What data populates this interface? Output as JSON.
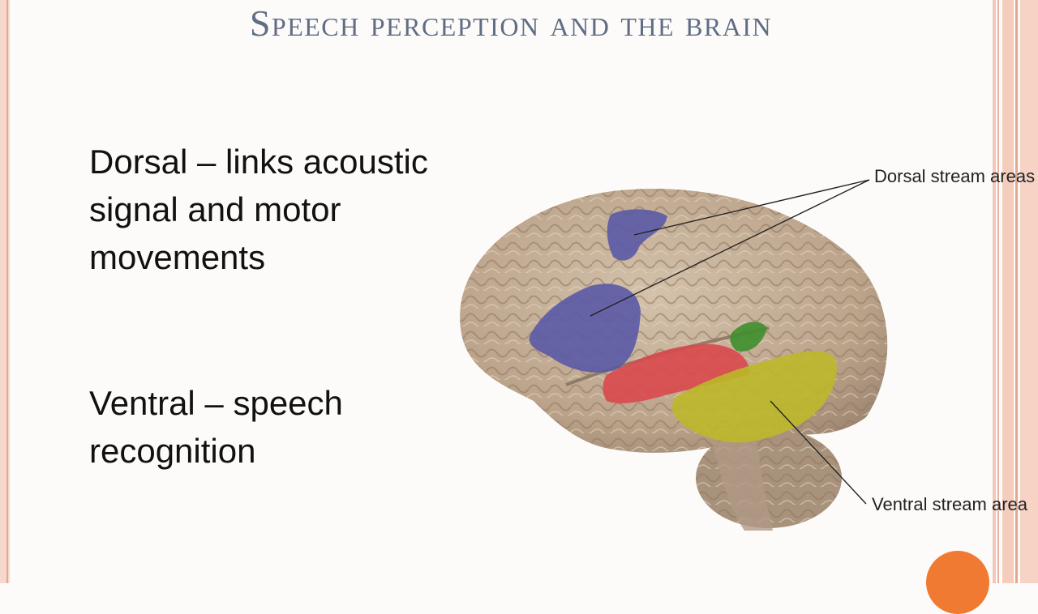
{
  "slide": {
    "title": "Speech perception and the brain",
    "bullets": [
      {
        "text": "Dorsal – links acoustic signal and motor movements"
      },
      {
        "text": "Ventral – speech recognition"
      }
    ]
  },
  "diagram": {
    "labels": {
      "dorsal": "Dorsal stream areas",
      "ventral": "Ventral stream area"
    },
    "colors": {
      "dorsal": "#5a5aa6",
      "ventral_red": "#d9494c",
      "ventral_yellow": "#bdb82a",
      "green": "#3e8f2e",
      "brain_tissue": "#c2ad95"
    }
  },
  "theme": {
    "accent": "#f07a32",
    "frame": "#f3c8b8",
    "title_color": "#5f6d85"
  }
}
